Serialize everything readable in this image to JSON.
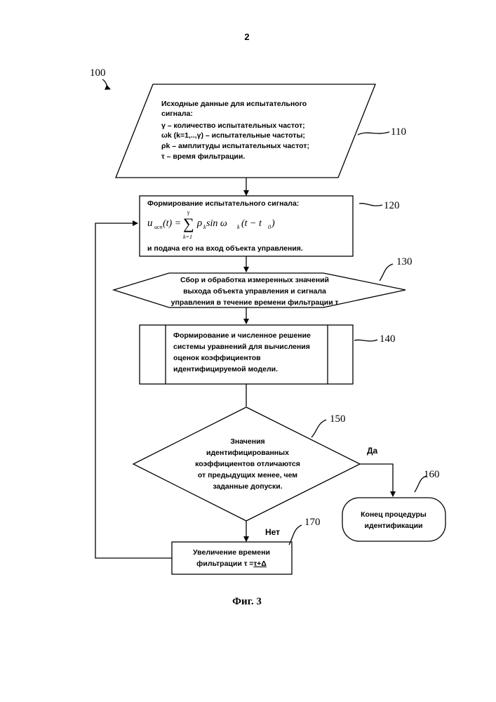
{
  "page_number": "2",
  "figure_ref": "100",
  "caption": "Фиг. 3",
  "blocks": {
    "b110": {
      "ref": "110",
      "lines": [
        "Исходные данные для испытательного",
        "сигнала:",
        "γ – количество испытательных частот;",
        "ωk (k=1,..,γ) – испытательные частоты;",
        "ρk – амплитуды испытательных частот;",
        "τ – время фильтрации."
      ]
    },
    "b120": {
      "ref": "120",
      "title": "Формирование испытательного сигнала:",
      "formula": {
        "lhs": "u",
        "lhs_sub": "исп",
        "arg": "(t) =",
        "sum_upper": "γ",
        "sum_lower": "k=1",
        "body": "ρ",
        "body_sub": "k",
        "body2": " sin ω",
        "body2_sub": "k",
        "body3": "(t − t",
        "body3_sub": "0",
        "body4": ")"
      },
      "footer": "и подача его на вход объекта управления."
    },
    "b130": {
      "ref": "130",
      "lines": [
        "Сбор и обработка измеренных значений",
        "выхода объекта управления и сигнала",
        "управления в течение времени фильтрации τ"
      ]
    },
    "b140": {
      "ref": "140",
      "lines": [
        "Формирование и численное решение",
        "системы уравнений для вычисления",
        "оценок коэффициентов",
        "идентифицируемой модели."
      ]
    },
    "b150": {
      "ref": "150",
      "lines": [
        "Значения",
        "идентифицированных",
        "коэффициентов отличаются",
        "от предыдущих менее, чем",
        "заданные допуски."
      ]
    },
    "b160": {
      "ref": "160",
      "lines": [
        "Конец процедуры",
        "идентификации"
      ]
    },
    "b170": {
      "ref": "170",
      "line1": "Увеличение времени",
      "line2_prefix": "фильтрации τ =",
      "line2_expr": "τ+Δ"
    }
  },
  "labels": {
    "yes": "Да",
    "no": "Нет"
  }
}
